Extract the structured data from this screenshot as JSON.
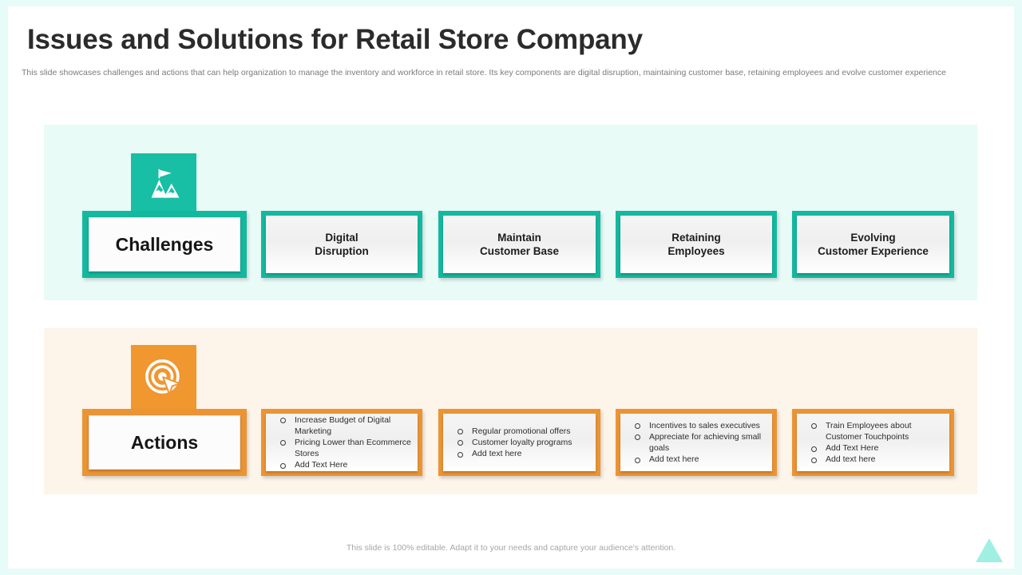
{
  "header": {
    "title": "Issues and Solutions for Retail Store Company",
    "subtitle": "This slide showcases challenges and actions that can help organization to manage the inventory and workforce in retail store. Its key components are digital disruption, maintaining customer base, retaining employees and evolve customer experience"
  },
  "colors": {
    "teal": "#14b89f",
    "teal_band": "#e9fbf7",
    "orange": "#eb9434",
    "orange_band": "#fdf4ea",
    "icon_teal": "#18bfa4",
    "icon_orange": "#f0972f",
    "triangle": "#9ff0e3",
    "page_border": "#e7fbf8"
  },
  "challenges": {
    "icon": "mountain-flag-icon",
    "label": "Challenges",
    "topics": [
      {
        "line1": "Digital",
        "line2": "Disruption"
      },
      {
        "line1": "Maintain",
        "line2": "Customer Base"
      },
      {
        "line1": "Retaining",
        "line2": "Employees"
      },
      {
        "line1": "Evolving",
        "line2": "Customer Experience"
      }
    ]
  },
  "actions": {
    "icon": "target-cursor-icon",
    "label": "Actions",
    "columns": [
      {
        "items": [
          "Increase Budget of Digital Marketing",
          "Pricing Lower than Ecommerce Stores",
          "Add Text Here"
        ]
      },
      {
        "items": [
          "Regular promotional offers",
          "Customer loyalty programs",
          "Add text here"
        ]
      },
      {
        "items": [
          "Incentives to sales executives",
          "Appreciate for achieving small goals",
          "Add text here"
        ]
      },
      {
        "items": [
          "Train Employees about Customer Touchpoints",
          "Add Text Here",
          "Add text here"
        ]
      }
    ]
  },
  "footer": {
    "note": "This slide is 100% editable. Adapt it to your needs and capture your audience's attention."
  }
}
